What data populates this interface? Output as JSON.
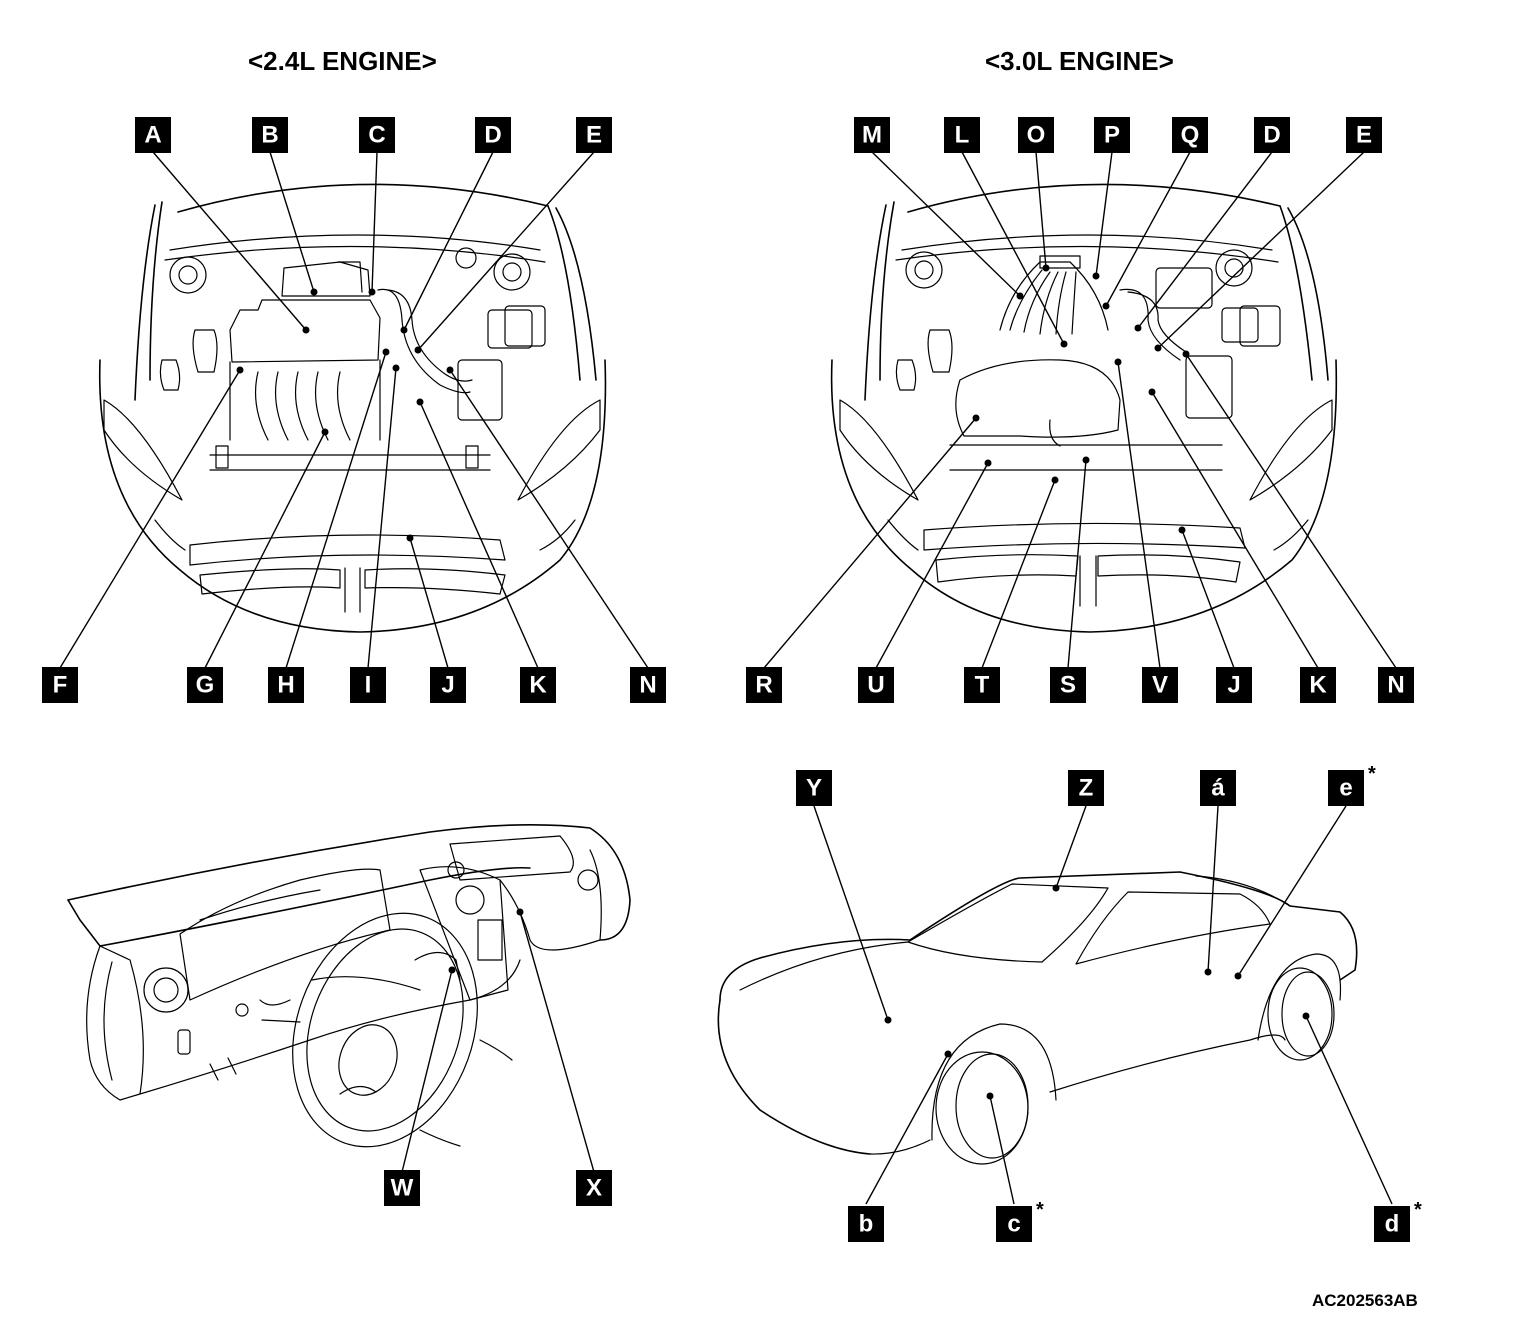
{
  "headings": {
    "engine_24": "<2.4L ENGINE>",
    "engine_30": "<3.0L ENGINE>"
  },
  "figure_code": "AC202563AB",
  "labels": {
    "A": "A",
    "B": "B",
    "C": "C",
    "D": "D",
    "E": "E",
    "F": "F",
    "G": "G",
    "H": "H",
    "I": "I",
    "J": "J",
    "K": "K",
    "L": "L",
    "M": "M",
    "N": "N",
    "O": "O",
    "P": "P",
    "Q": "Q",
    "R": "R",
    "S": "S",
    "T": "T",
    "U": "U",
    "V": "V",
    "W": "W",
    "X": "X",
    "Y": "Y",
    "Z": "Z",
    "a_acute": "á",
    "b": "b",
    "c": "c",
    "d": "d",
    "e": "e"
  },
  "asterisk": "*"
}
